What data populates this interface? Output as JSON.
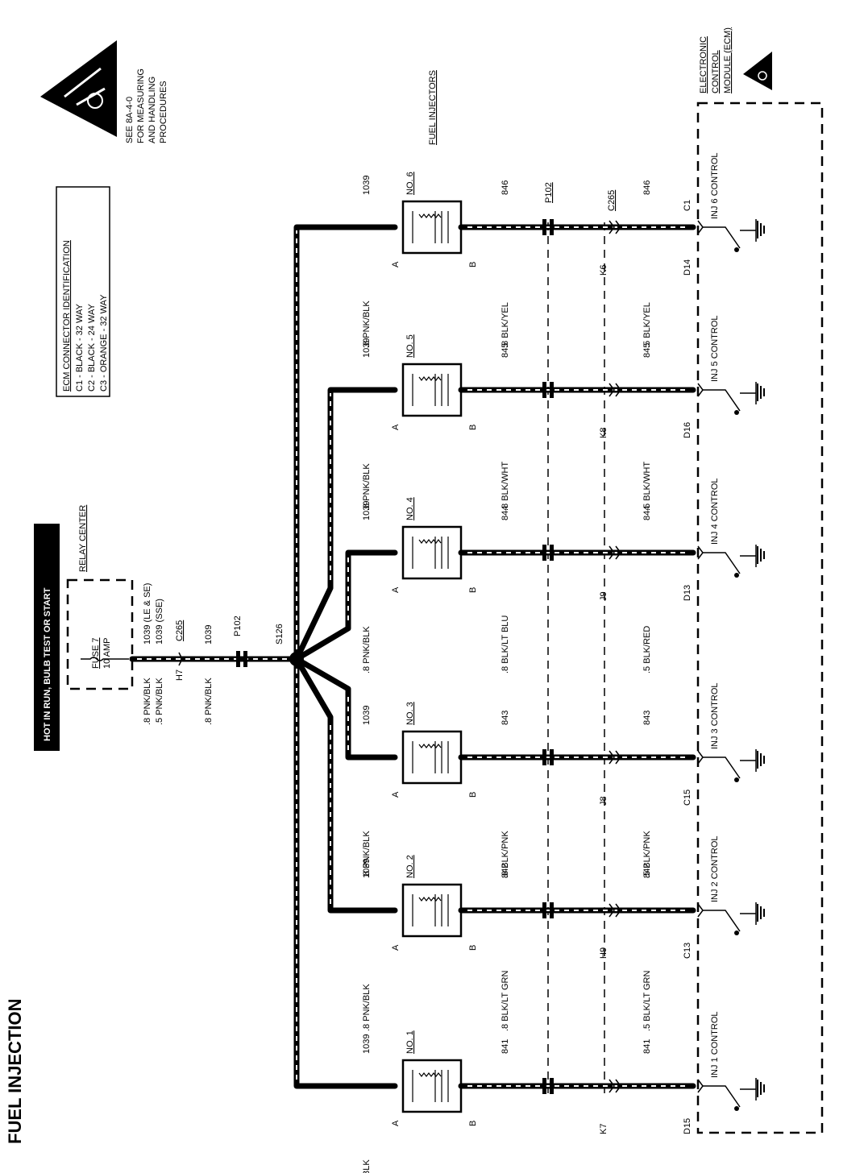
{
  "title": "FUEL INJECTION",
  "hot_label": "HOT IN RUN, BULB TEST OR START",
  "relay_center": {
    "name": "RELAY CENTER",
    "fuse_name": "FUSE 7",
    "fuse_rating": "10 AMP"
  },
  "feed": {
    "wire_le_se": "1039 (LE & SE)",
    "wire_sse": "1039 (SSE)",
    "connector": "C265",
    "pin": "H7",
    "gauge_8": ".8 PNK/BLK",
    "gauge_5": ".5 PNK/BLK",
    "circuit": "1039",
    "lower_gauge": ".8 PNK/BLK",
    "connector_p102": "P102",
    "splice": "S126"
  },
  "esd_note": {
    "line1": "SEE 8A-4-0",
    "line2": "FOR MEASURING",
    "line3": "AND HANDLING",
    "line4": "PROCEDURES"
  },
  "ecm_id": {
    "title": "ECM CONNECTOR IDENTIFICATION",
    "c1": "C1 - BLACK - 32 WAY",
    "c2": "C2 - BLACK - 24 WAY",
    "c3": "C3 - ORANGE - 32 WAY"
  },
  "fuel_injectors_label": "FUEL INJECTORS",
  "ecm_label": {
    "line1": "ELECTRONIC",
    "line2": "CONTROL",
    "line3": "MODULE (ECM)"
  },
  "top_connectors": {
    "p102": "P102",
    "c265": "C265",
    "c1": "C1"
  },
  "injectors": [
    {
      "no": "NO. 1",
      "pin_a": "A",
      "pin_b": "B",
      "feed_wire": ".8 PNK/BLK",
      "feed_circuit": "1039",
      "out_wire": ".8 BLK",
      "out_circuit": "841",
      "conn_pin": "K7",
      "ecm_wire": ".5 BLK",
      "ecm_circuit": "841",
      "ecm_pin": "D15",
      "control": "INJ 1 CONTROL"
    },
    {
      "no": "NO. 2",
      "pin_a": "A",
      "pin_b": "B",
      "feed_wire": ".8 PNK/BLK",
      "feed_circuit": "1039",
      "out_wire": ".8 BLK/LT GRN",
      "out_circuit": "842",
      "conn_pin": "H9",
      "ecm_wire": ".5 BLK/LT GRN",
      "ecm_circuit": "842",
      "ecm_pin": "C13",
      "control": "INJ 2 CONTROL"
    },
    {
      "no": "NO. 3",
      "pin_a": "A",
      "pin_b": "B",
      "feed_wire": ".8 PNK/BLK",
      "feed_circuit": "1039",
      "out_wire": ".8 BLK/PNK",
      "out_circuit": "843",
      "conn_pin": "J8",
      "ecm_wire": ".5 BLK/PNK",
      "ecm_circuit": "843",
      "ecm_pin": "C15",
      "control": "INJ 3 CONTROL"
    },
    {
      "no": "NO. 4",
      "pin_a": "A",
      "pin_b": "B",
      "feed_wire": ".8 PNK/BLK",
      "feed_circuit": "1039",
      "out_wire": ".8 BLK/LT BLU",
      "out_circuit": "844",
      "conn_pin": "J9",
      "ecm_wire": ".5 BLK/RED",
      "ecm_circuit": "844",
      "ecm_pin": "D13",
      "control": "INJ 4 CONTROL"
    },
    {
      "no": "NO. 5",
      "pin_a": "A",
      "pin_b": "B",
      "feed_wire": ".8 PNK/BLK",
      "feed_circuit": "1039",
      "out_wire": ".8 BLK/WHT",
      "out_circuit": "845",
      "conn_pin": "K8",
      "ecm_wire": ".5 BLK/WHT",
      "ecm_circuit": "845",
      "ecm_pin": "D16",
      "control": "INJ 5 CONTROL"
    },
    {
      "no": "NO. 6",
      "pin_a": "A",
      "pin_b": "B",
      "feed_wire": ".8 PNK/BLK",
      "feed_circuit": "1039",
      "out_wire": ".8 BLK/YEL",
      "out_circuit": "846",
      "conn_pin": "K6",
      "ecm_wire": ".5 BLK/YEL",
      "ecm_circuit": "846",
      "ecm_pin": "D14",
      "control": "INJ 6 CONTROL"
    }
  ]
}
